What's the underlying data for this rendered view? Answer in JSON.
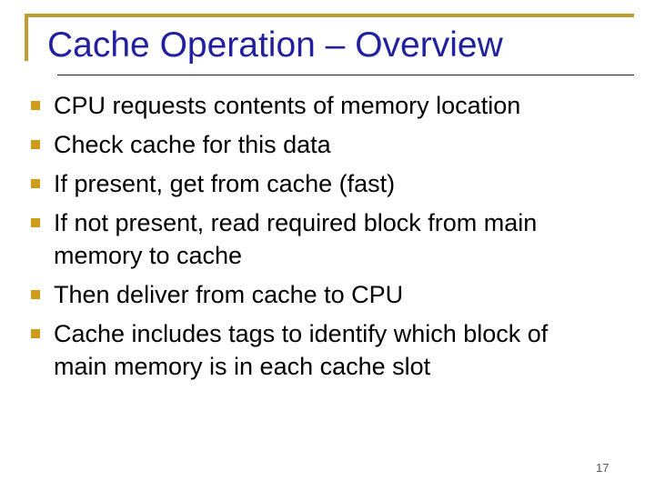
{
  "slide": {
    "title": "Cache Operation – Overview",
    "bullets": [
      {
        "text": "CPU requests contents of memory location"
      },
      {
        "text": "Check cache for this data"
      },
      {
        "text": "If present, get from cache (fast)"
      },
      {
        "text": "If not present, read required block from main\nmemory to cache"
      },
      {
        "text": "Then deliver from cache to CPU"
      },
      {
        "text": "Cache includes tags to identify which block of\nmain memory is in each cache slot"
      }
    ],
    "page_number": "17",
    "colors": {
      "title_blue": "#2121A0",
      "accent_gold": "#BE9E2F",
      "bullet_gold": "#CE9B1B",
      "body_text": "#000000",
      "separator": "#1F1F1F",
      "page_number": "#555555",
      "background": "#FFFFFF"
    }
  }
}
